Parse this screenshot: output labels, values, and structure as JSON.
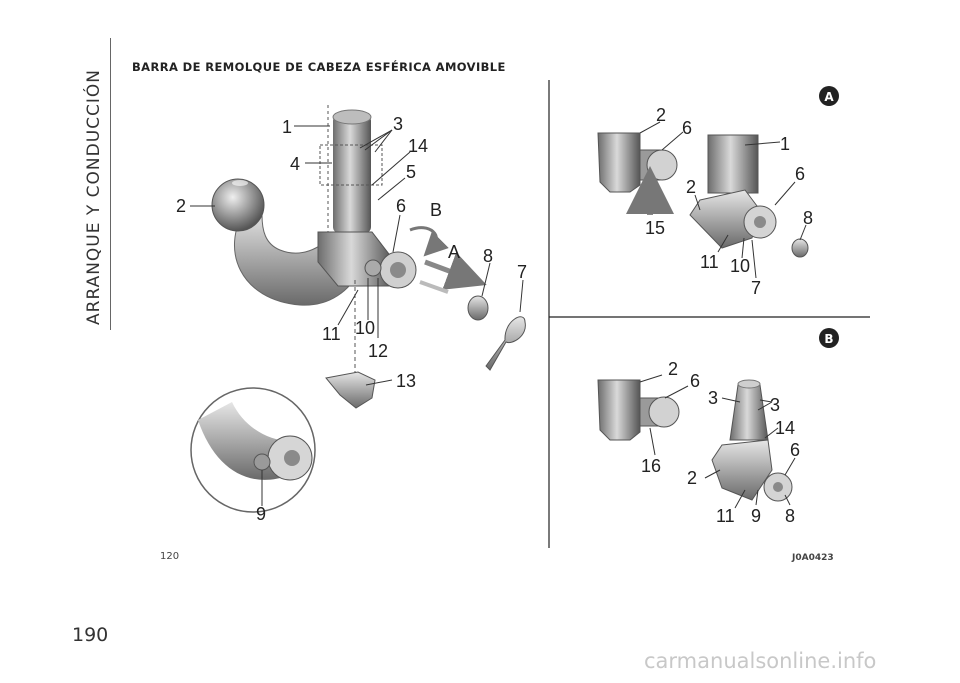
{
  "sidebar": {
    "section_title": "ARRANQUE Y CONDUCCIÓN"
  },
  "page": {
    "number": "190"
  },
  "heading": {
    "title": "BARRA DE REMOLQUE DE CABEZA ESFÉRICA AMOVIBLE"
  },
  "figure": {
    "number": "120",
    "code": "J0A0423",
    "panel_a_badge": "A",
    "panel_b_badge": "B",
    "main_labels": {
      "l1": "1",
      "l2": "2",
      "l3": "3",
      "l4": "4",
      "l5": "5",
      "l6": "6",
      "l7": "7",
      "l8": "8",
      "l9": "9",
      "l10": "10",
      "l11": "11",
      "l12": "12",
      "l13": "13",
      "l14": "14",
      "lA": "A",
      "lB": "B"
    },
    "panel_a_labels": {
      "l2a": "2",
      "l6a": "6",
      "l1": "1",
      "l6b": "6",
      "l2b": "2",
      "l15": "15",
      "l8": "8",
      "l11": "11",
      "l10": "10",
      "l7": "7"
    },
    "panel_b_labels": {
      "l2a": "2",
      "l6a": "6",
      "l3a": "3",
      "l3b": "3",
      "l14": "14",
      "l6b": "6",
      "l16": "16",
      "l2b": "2",
      "l11": "11",
      "l9": "9",
      "l8": "8"
    }
  },
  "footer": {
    "watermark": "carmanualsonline.info"
  }
}
